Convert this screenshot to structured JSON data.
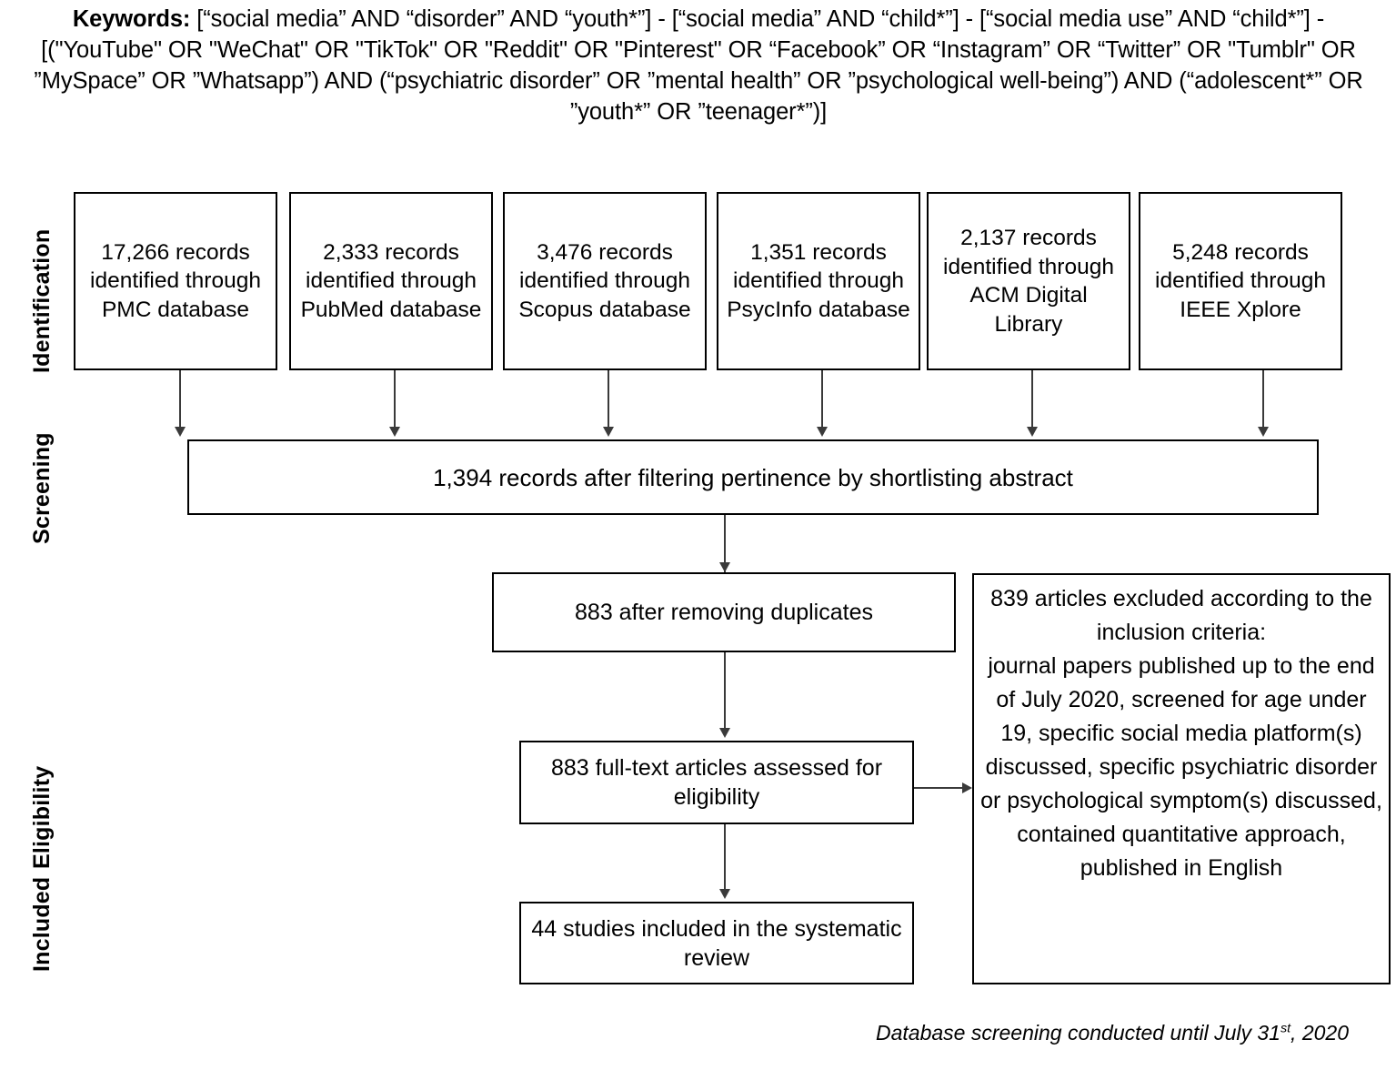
{
  "keywords": {
    "label": "Keywords:",
    "query": "[“social media” AND “disorder” AND “youth*”] - [“social media” AND “child*”] - [“social media use” AND “child*”] - [(\"YouTube\" OR \"WeChat\" OR \"TikTok\" OR \"Reddit\" OR \"Pinterest\" OR “Facebook” OR “Instagram” OR “Twitter” OR \"Tumblr\" OR ”MySpace” OR ”Whatsapp”) AND (“psychiatric disorder” OR ”mental health” OR ”psychological well-being”) AND (“adolescent*” OR ”youth*” OR ”teenager*”)]"
  },
  "stages": {
    "identification": "Identification",
    "screening": "Screening",
    "eligibility": "Eligibility",
    "included": "Included"
  },
  "sources": [
    {
      "count": "17,266",
      "text": "17,266 records identified through PMC database"
    },
    {
      "count": "2,333",
      "text": "2,333 records identified through PubMed database"
    },
    {
      "count": "3,476",
      "text": "3,476 records identified through Scopus database"
    },
    {
      "count": "1,351",
      "text": "1,351 records identified through PsycInfo database"
    },
    {
      "count": "2,137",
      "text": "2,137 records identified through ACM Digital Library"
    },
    {
      "count": "5,248",
      "text": "5,248 records identified through IEEE Xplore"
    }
  ],
  "flow": {
    "shortlisted": "1,394 records after filtering pertinence by shortlisting abstract",
    "deduplicated": "883 after removing duplicates",
    "fulltext": "883 full-text articles assessed for eligibility",
    "included": "44 studies included in the systematic review",
    "excluded": "839 articles excluded according to the inclusion criteria:\njournal papers published up to the end of July 2020, screened for age under 19, specific social media platform(s) discussed, specific psychiatric disorder or psychological symptom(s) discussed, contained quantitative approach, published in English"
  },
  "footer": {
    "prefix": "Database screening conducted until July 31",
    "ordinal": "st",
    "suffix": ", 2020"
  },
  "colors": {
    "box_border": "#000000",
    "connector": "#3a3a3a",
    "background": "#ffffff",
    "text": "#000000"
  }
}
